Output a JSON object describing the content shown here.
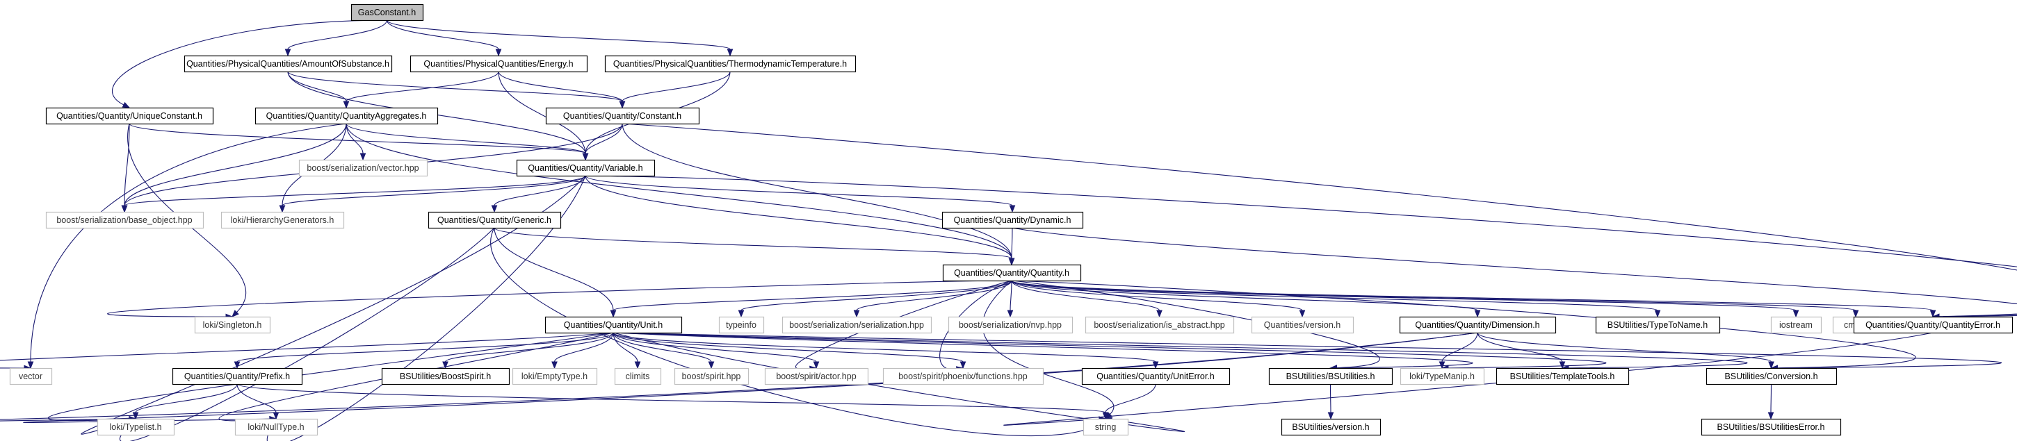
{
  "graph": {
    "nodes": [
      {
        "id": "gas",
        "label": "GasConstant.h",
        "kind": "root"
      },
      {
        "id": "amount",
        "label": "Quantities/PhysicalQuantities/AmountOfSubstance.h",
        "kind": "doc"
      },
      {
        "id": "energy",
        "label": "Quantities/PhysicalQuantities/Energy.h",
        "kind": "doc"
      },
      {
        "id": "thermo",
        "label": "Quantities/PhysicalQuantities/ThermodynamicTemperature.h",
        "kind": "doc"
      },
      {
        "id": "unique",
        "label": "Quantities/Quantity/UniqueConstant.h",
        "kind": "doc"
      },
      {
        "id": "aggr",
        "label": "Quantities/Quantity/QuantityAggregates.h",
        "kind": "doc"
      },
      {
        "id": "constant",
        "label": "Quantities/Quantity/Constant.h",
        "kind": "doc"
      },
      {
        "id": "vectorhpp",
        "label": "boost/serialization/vector.hpp",
        "kind": "ext"
      },
      {
        "id": "variable",
        "label": "Quantities/Quantity/Variable.h",
        "kind": "doc"
      },
      {
        "id": "baseobj",
        "label": "boost/serialization/base_object.hpp",
        "kind": "ext"
      },
      {
        "id": "hiergen",
        "label": "loki/HierarchyGenerators.h",
        "kind": "ext"
      },
      {
        "id": "generic",
        "label": "Quantities/Quantity/Generic.h",
        "kind": "doc"
      },
      {
        "id": "dynamic",
        "label": "Quantities/Quantity/Dynamic.h",
        "kind": "doc"
      },
      {
        "id": "quantity",
        "label": "Quantities/Quantity/Quantity.h",
        "kind": "doc"
      },
      {
        "id": "singleton",
        "label": "loki/Singleton.h",
        "kind": "ext"
      },
      {
        "id": "unit",
        "label": "Quantities/Quantity/Unit.h",
        "kind": "doc"
      },
      {
        "id": "typeinfo",
        "label": "typeinfo",
        "kind": "ext"
      },
      {
        "id": "serialization",
        "label": "boost/serialization/serialization.hpp",
        "kind": "ext"
      },
      {
        "id": "nvp",
        "label": "boost/serialization/nvp.hpp",
        "kind": "ext"
      },
      {
        "id": "isabstract",
        "label": "boost/serialization/is_abstract.hpp",
        "kind": "ext"
      },
      {
        "id": "qversion",
        "label": "Quantities/version.h",
        "kind": "ext"
      },
      {
        "id": "dimension",
        "label": "Quantities/Quantity/Dimension.h",
        "kind": "doc"
      },
      {
        "id": "typetoname",
        "label": "BSUtilities/TypeToName.h",
        "kind": "doc"
      },
      {
        "id": "iostream",
        "label": "iostream",
        "kind": "ext"
      },
      {
        "id": "cmath",
        "label": "cmath",
        "kind": "ext"
      },
      {
        "id": "qerror",
        "label": "Quantities/Quantity/QuantityError.h",
        "kind": "doc"
      },
      {
        "id": "vector",
        "label": "vector",
        "kind": "ext"
      },
      {
        "id": "prefix",
        "label": "Quantities/Quantity/Prefix.h",
        "kind": "doc"
      },
      {
        "id": "boostspirit",
        "label": "BSUtilities/BoostSpirit.h",
        "kind": "doc"
      },
      {
        "id": "emptytype",
        "label": "loki/EmptyType.h",
        "kind": "ext"
      },
      {
        "id": "climits",
        "label": "climits",
        "kind": "ext"
      },
      {
        "id": "spirithpp",
        "label": "boost/spirit.hpp",
        "kind": "ext"
      },
      {
        "id": "actorhpp",
        "label": "boost/spirit/actor.hpp",
        "kind": "ext"
      },
      {
        "id": "phoenix",
        "label": "boost/spirit/phoenix/functions.hpp",
        "kind": "ext"
      },
      {
        "id": "uniterror",
        "label": "Quantities/Quantity/UnitError.h",
        "kind": "doc"
      },
      {
        "id": "bsutilities",
        "label": "BSUtilities/BSUtilities.h",
        "kind": "doc"
      },
      {
        "id": "typemanip",
        "label": "loki/TypeManip.h",
        "kind": "ext"
      },
      {
        "id": "templatetools",
        "label": "BSUtilities/TemplateTools.h",
        "kind": "doc"
      },
      {
        "id": "conversion",
        "label": "BSUtilities/Conversion.h",
        "kind": "doc"
      },
      {
        "id": "typelist",
        "label": "loki/Typelist.h",
        "kind": "ext"
      },
      {
        "id": "nulltype",
        "label": "loki/NullType.h",
        "kind": "ext"
      },
      {
        "id": "string",
        "label": "string",
        "kind": "ext"
      },
      {
        "id": "bsversion",
        "label": "BSUtilities/version.h",
        "kind": "doc"
      },
      {
        "id": "bserror",
        "label": "BSUtilities/BSUtilitiesError.h",
        "kind": "doc"
      }
    ],
    "edges": [
      [
        "gas",
        "amount"
      ],
      [
        "gas",
        "energy"
      ],
      [
        "gas",
        "thermo"
      ],
      [
        "gas",
        "unique"
      ],
      [
        "amount",
        "aggr"
      ],
      [
        "amount",
        "constant"
      ],
      [
        "amount",
        "variable"
      ],
      [
        "energy",
        "aggr"
      ],
      [
        "energy",
        "constant"
      ],
      [
        "energy",
        "variable"
      ],
      [
        "thermo",
        "constant"
      ],
      [
        "thermo",
        "variable"
      ],
      [
        "unique",
        "variable"
      ],
      [
        "unique",
        "baseobj"
      ],
      [
        "unique",
        "singleton"
      ],
      [
        "aggr",
        "variable"
      ],
      [
        "aggr",
        "vectorhpp"
      ],
      [
        "aggr",
        "baseobj"
      ],
      [
        "aggr",
        "hiergen"
      ],
      [
        "aggr",
        "vector"
      ],
      [
        "aggr",
        "quantity"
      ],
      [
        "constant",
        "variable"
      ],
      [
        "constant",
        "quantity"
      ],
      [
        "constant",
        "baseobj"
      ],
      [
        "constant",
        "qerror"
      ],
      [
        "variable",
        "baseobj"
      ],
      [
        "variable",
        "hiergen"
      ],
      [
        "variable",
        "generic"
      ],
      [
        "variable",
        "dynamic"
      ],
      [
        "variable",
        "quantity"
      ],
      [
        "variable",
        "typelist"
      ],
      [
        "variable",
        "nulltype"
      ],
      [
        "variable",
        "qerror"
      ],
      [
        "generic",
        "quantity"
      ],
      [
        "generic",
        "unit"
      ],
      [
        "generic",
        "typelist"
      ],
      [
        "generic",
        "string"
      ],
      [
        "dynamic",
        "quantity"
      ],
      [
        "dynamic",
        "qerror"
      ],
      [
        "quantity",
        "singleton"
      ],
      [
        "quantity",
        "unit"
      ],
      [
        "quantity",
        "typeinfo"
      ],
      [
        "quantity",
        "serialization"
      ],
      [
        "quantity",
        "nvp"
      ],
      [
        "quantity",
        "isabstract"
      ],
      [
        "quantity",
        "qversion"
      ],
      [
        "quantity",
        "dimension"
      ],
      [
        "quantity",
        "typetoname"
      ],
      [
        "quantity",
        "iostream"
      ],
      [
        "quantity",
        "cmath"
      ],
      [
        "quantity",
        "qerror"
      ],
      [
        "quantity",
        "bsutilities"
      ],
      [
        "quantity",
        "conversion"
      ],
      [
        "quantity",
        "string"
      ],
      [
        "quantity",
        "actorhpp"
      ],
      [
        "quantity",
        "phoenix"
      ],
      [
        "unit",
        "vector"
      ],
      [
        "unit",
        "prefix"
      ],
      [
        "unit",
        "boostspirit"
      ],
      [
        "unit",
        "emptytype"
      ],
      [
        "unit",
        "climits"
      ],
      [
        "unit",
        "spirithpp"
      ],
      [
        "unit",
        "actorhpp"
      ],
      [
        "unit",
        "phoenix"
      ],
      [
        "unit",
        "uniterror"
      ],
      [
        "unit",
        "bsutilities"
      ],
      [
        "unit",
        "typemanip"
      ],
      [
        "unit",
        "templatetools"
      ],
      [
        "unit",
        "conversion"
      ],
      [
        "unit",
        "typelist"
      ],
      [
        "unit",
        "nulltype"
      ],
      [
        "unit",
        "string"
      ],
      [
        "prefix",
        "typelist"
      ],
      [
        "prefix",
        "nulltype"
      ],
      [
        "prefix",
        "string"
      ],
      [
        "uniterror",
        "string"
      ],
      [
        "bsutilities",
        "bsversion"
      ],
      [
        "dimension",
        "typemanip"
      ],
      [
        "dimension",
        "templatetools"
      ],
      [
        "dimension",
        "conversion"
      ],
      [
        "dimension",
        "typelist"
      ],
      [
        "dimension",
        "nulltype"
      ],
      [
        "conversion",
        "bserror"
      ],
      [
        "qerror",
        "string"
      ]
    ]
  }
}
